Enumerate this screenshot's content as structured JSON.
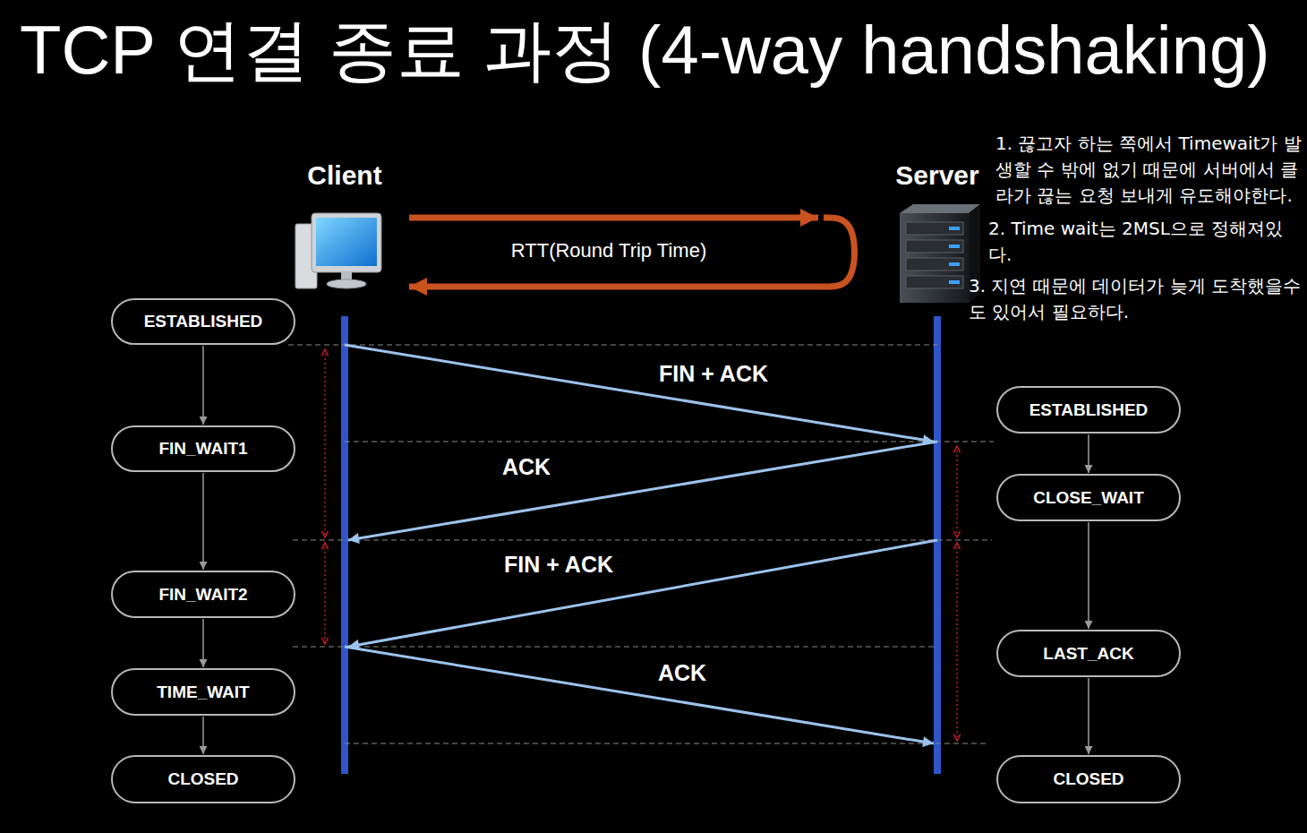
{
  "diagram": {
    "title": "TCP 연결 종료 과정 (4-way handshaking)",
    "nodes": [
      {
        "text": [
          "Client"
        ]
      },
      {
        "text": [
          "Server"
        ]
      },
      {
        "text": [
          "ESTABLISHED"
        ]
      },
      {
        "text": [
          "FIN_WAIT1"
        ]
      },
      {
        "text": [
          "FIN_WAIT2"
        ]
      },
      {
        "text": [
          "TIME_WAIT"
        ]
      },
      {
        "text": [
          "CLOSED"
        ]
      },
      {
        "text": [
          "ESTABLISHED"
        ]
      },
      {
        "text": [
          "CLOSE_WAIT"
        ]
      },
      {
        "text": [
          "LAST_ACK"
        ]
      },
      {
        "text": [
          "CLOSED"
        ]
      }
    ],
    "edges": [
      {
        "from": 0,
        "to": 1,
        "label": "RTT(Round Trip Time)",
        "arrow": "both"
      },
      {
        "from": 0,
        "to": 1,
        "label": "FIN + ACK",
        "arrow": "to"
      },
      {
        "from": 1,
        "to": 0,
        "label": "ACK",
        "arrow": "to"
      },
      {
        "from": 1,
        "to": 0,
        "label": "FIN + ACK",
        "arrow": "to"
      },
      {
        "from": 0,
        "to": 1,
        "label": "ACK",
        "arrow": "to"
      },
      {
        "from": 2,
        "to": 3,
        "arrow": "to"
      },
      {
        "from": 3,
        "to": 4,
        "arrow": "to"
      },
      {
        "from": 4,
        "to": 5,
        "arrow": "to"
      },
      {
        "from": 5,
        "to": 6,
        "arrow": "to"
      },
      {
        "from": 7,
        "to": 8,
        "arrow": "to"
      },
      {
        "from": 8,
        "to": 9,
        "arrow": "to"
      },
      {
        "from": 9,
        "to": 10,
        "arrow": "to"
      }
    ],
    "labels": [
      "1. 끊고자 하는 쪽에서 Timewait가 발생할 수 밖에 없기 때문에 서버에서 클라가 끊는 요청 보내게 유도해야한다.",
      "2. Time wait는 2MSL으로 정해져있다.",
      "3. 지연 때문에 데이터가 늦게 도착했을수도 있어서 필요하다."
    ]
  }
}
